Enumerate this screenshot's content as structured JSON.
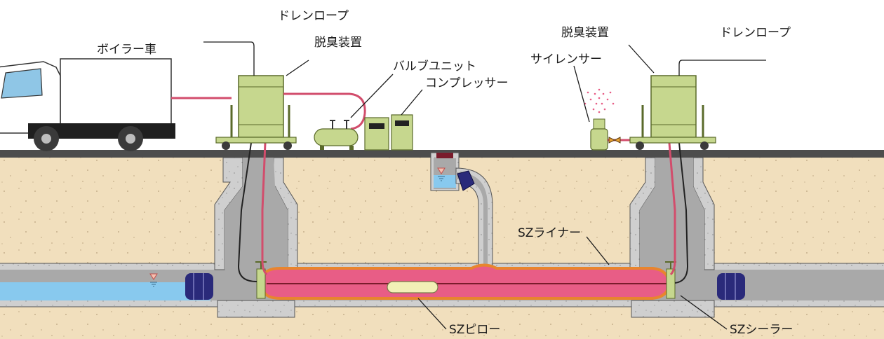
{
  "labels": {
    "boiler_truck": "ボイラー車",
    "drain_rope_left": "ドレンロープ",
    "deodorizer_left": "脱臭装置",
    "valve_unit": "バルブユニット",
    "compressor": "コンプレッサー",
    "silencer": "サイレンサー",
    "deodorizer_right": "脱臭装置",
    "drain_rope_right": "ドレンロープ",
    "sz_liner": "SZライナー",
    "sz_pillow": "SZピロー",
    "sz_sealer": "SZシーラー"
  },
  "colors": {
    "ground": "#f1dfbd",
    "road": "#4d4d4d",
    "concrete": "#cfcfcf",
    "pipe_interior": "#a9a9a9",
    "water": "#88c9ee",
    "liner": "#e85d86",
    "liner_edge": "#e8852e",
    "equipment": "#c6d78e",
    "hose": "#d24d6c",
    "plug": "#2a2a7a"
  },
  "icons": {
    "water_level": "water-level-icon",
    "truck": "truck-icon"
  }
}
